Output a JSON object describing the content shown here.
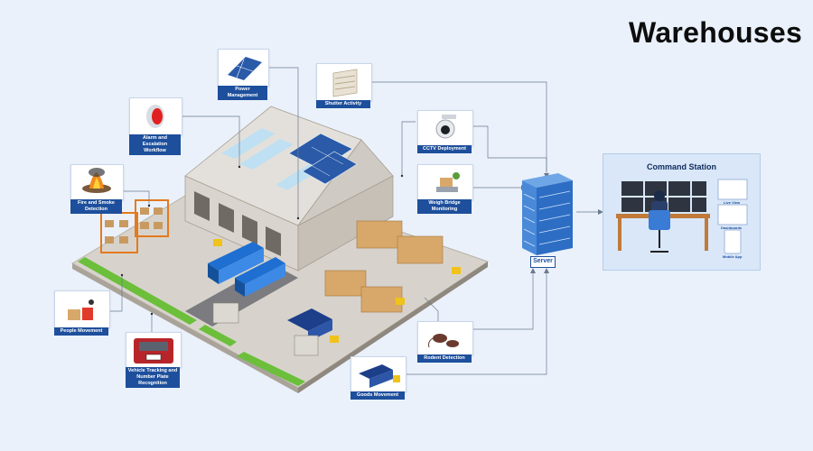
{
  "title": "Warehouses",
  "server_label": "Server",
  "command_station": {
    "title": "Command Station",
    "panels": [
      "Live View",
      "Dashboards",
      "Mobile App"
    ]
  },
  "nodes": {
    "power": "Power Management",
    "shutter": "Shutter Activity",
    "alarm": "Alarm and Escalation Workflow",
    "cctv": "CCTV Deployment",
    "fire": "Fire and Smoke Detection",
    "weigh": "Weigh Bridge Monitoring",
    "people": "People Movement",
    "vehicle": "Vehicle Tracking and Number Plate Recognition",
    "rodent": "Rodent Detection",
    "goods": "Goods Movement"
  },
  "colors": {
    "accent": "#1d4f9c",
    "background": "#eaf1fb",
    "connector": "#6b7a90"
  }
}
